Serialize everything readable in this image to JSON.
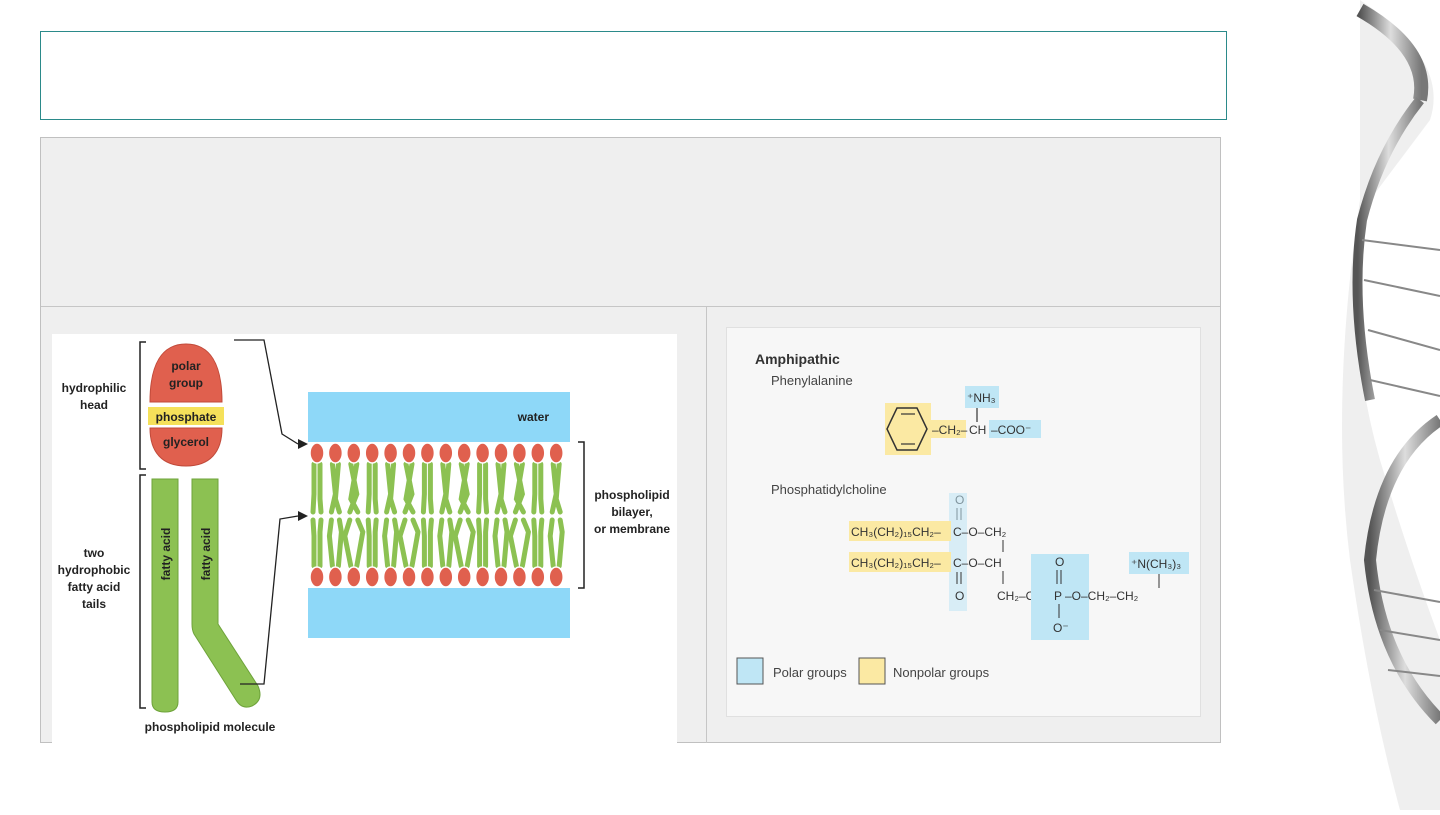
{
  "left_figure": {
    "head_label_top": "polar",
    "head_label_bottom": "group",
    "phosphate_label": "phosphate",
    "glycerol_label": "glycerol",
    "hydrophilic_line1": "hydrophilic",
    "hydrophilic_line2": "head",
    "tails_line1": "two",
    "tails_line2": "hydrophobic",
    "tails_line3": "fatty acid",
    "tails_line4": "tails",
    "fatty_acid_1": "fatty acid",
    "fatty_acid_2": "fatty acid",
    "molecule_caption": "phospholipid molecule",
    "water_label": "water",
    "bilayer_line1": "phospholipid",
    "bilayer_line2": "bilayer,",
    "bilayer_line3": "or membrane"
  },
  "right_figure": {
    "heading": "Amphipathic",
    "phenylalanine_label": "Phenylalanine",
    "phe_nh3": "⁺NH₃",
    "phe_ch2": "–CH₂–",
    "phe_ch": "CH",
    "phe_coo": "–COO⁻",
    "pc_label": "Phosphatidylcholine",
    "chain_1": "CH₃(CH₂)₁₅CH₂–",
    "chain_2": "CH₃(CH₂)₁₅CH₂–",
    "ester_1": "C–O–CH₂",
    "ester_2": "C–O–CH",
    "carbonyl_o": "O",
    "backbone": "CH₂–O–",
    "phosphorus": "P",
    "phosphate_o_top": "O",
    "phosphate_o_bottom": "O⁻",
    "choline_link": "–O–CH₂–CH₂",
    "choline_head": "⁺N(CH₃)₃",
    "legend_polar": "Polar groups",
    "legend_nonpolar": "Nonpolar groups"
  },
  "colors": {
    "head_red": "#e0604e",
    "phosphate_yellow": "#f5e15a",
    "tail_green": "#8cc152",
    "water_blue": "#8ed8f8",
    "polar_blue": "#bfe6f5",
    "nonpolar_yellow": "#fbe9a3",
    "frame_teal": "#2b8a8a"
  }
}
